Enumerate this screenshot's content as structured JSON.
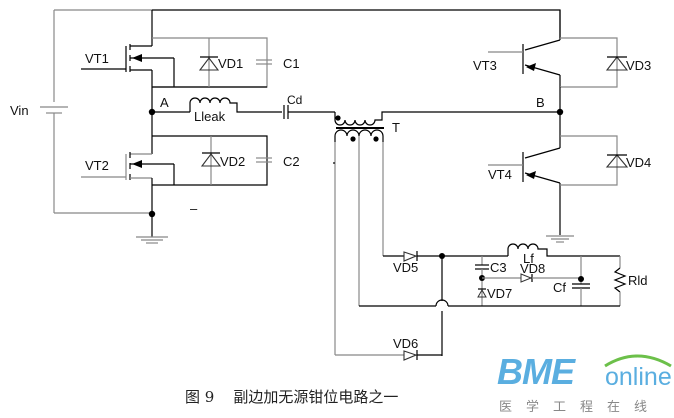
{
  "caption": {
    "figure_number": "图 9",
    "title": "副边加无源钳位电路之一"
  },
  "labels": {
    "vin": "Vin",
    "vt1": "VT1",
    "vt2": "VT2",
    "vt3": "VT3",
    "vt4": "VT4",
    "vd1": "VD1",
    "vd2": "VD2",
    "vd3": "VD3",
    "vd4": "VD4",
    "vd5": "VD5",
    "vd6": "VD6",
    "vd7": "VD7",
    "vd8": "VD8",
    "c1": "C1",
    "c2": "C2",
    "c3": "C3",
    "cd": "Cd",
    "cf": "Cf",
    "lleak": "Lleak",
    "lf": "Lf",
    "rld": "Rld",
    "t": "T",
    "node_a": "A",
    "node_b": "B",
    "minus": "–"
  },
  "logo": {
    "brand": "BME",
    "suffix": "online",
    "chinese": "医学工程在线",
    "color": "#5aaee0",
    "arc_color": "#6cc04a"
  }
}
